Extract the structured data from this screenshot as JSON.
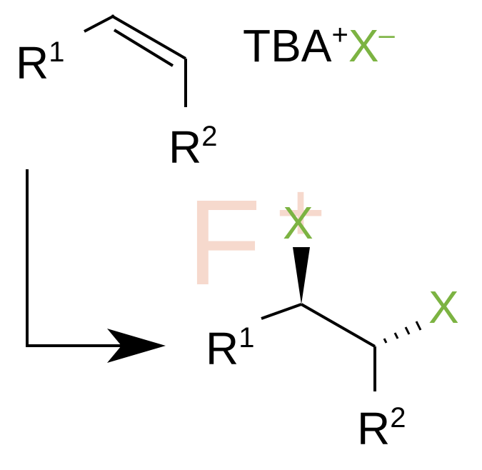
{
  "colors": {
    "halide": "#7cb342",
    "bonds": "#000000",
    "watermark": "#f6d9cd",
    "background": "#ffffff"
  },
  "reagent": {
    "cation": "TBA",
    "cation_charge": "+",
    "anion": "X",
    "anion_charge": "–"
  },
  "alkene": {
    "r1_letter": "R",
    "r1_index": "1",
    "r2_letter": "R",
    "r2_index": "2"
  },
  "watermark": {
    "letter": "F",
    "charge": "+"
  },
  "product": {
    "r1_letter": "R",
    "r1_index": "1",
    "r2_letter": "R",
    "r2_index": "2",
    "x_top": "X",
    "x_right": "X"
  }
}
